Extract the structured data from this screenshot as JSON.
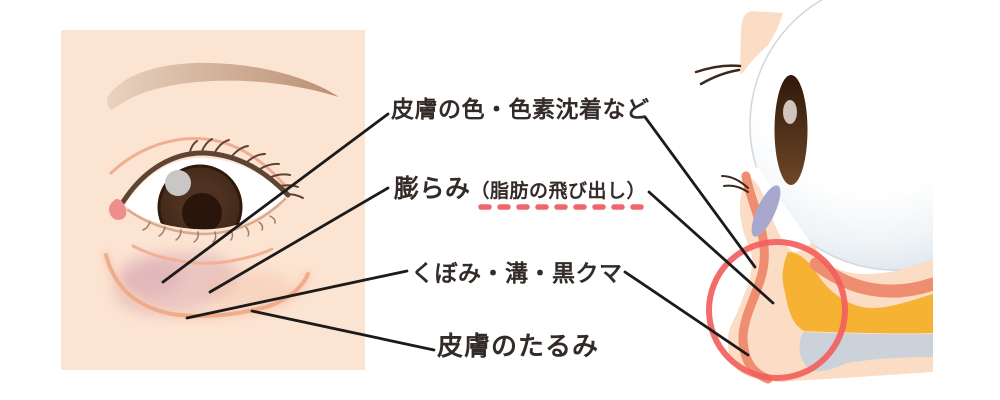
{
  "diagram": {
    "type": "annotated medical illustration of under-eye bags (tear trough)",
    "panels": {
      "left": "front view of an eye with under-eye bag on skin-colored square",
      "right": "cross-section of lower eyelid, orbital fat and bone beside eyeball, highlighted with red circle"
    }
  },
  "labels": [
    {
      "id": "skin-color",
      "text": "皮膚の色・色素沈着など"
    },
    {
      "id": "bulge",
      "text": "膨らみ",
      "sub": "（脂肪の飛び出し）",
      "underline": "red-dashed"
    },
    {
      "id": "hollow",
      "text": "くぼみ・溝・黒クマ"
    },
    {
      "id": "sagging",
      "text": "皮膚のたるみ"
    }
  ],
  "colors": {
    "panel_bg": "#fce4d2",
    "skin": "#fbdcc4",
    "muscle": "#ef8d70",
    "fat": "#f6b232",
    "bone": "#ccd2d9",
    "tarsus": "#a8a8ce",
    "highlight_circle": "#f2605e",
    "dash_underline": "#f0666b",
    "text": "#332b28",
    "pointer_line": "#1d1b1a"
  }
}
